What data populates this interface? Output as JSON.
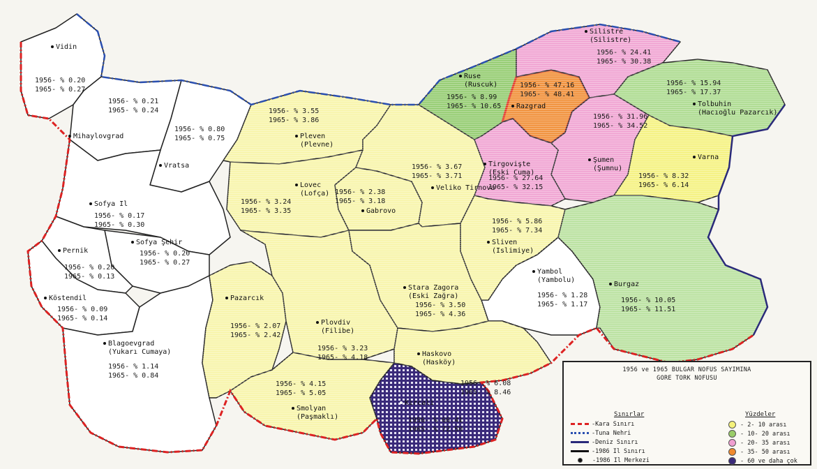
{
  "regions": [
    {
      "id": "vidin",
      "name": "Vidin",
      "v56": "1956- % 0.20",
      "v65": "1965- % 0.27",
      "color": "#ffffff"
    },
    {
      "id": "mihaylovgrad",
      "name": "Mihaylovgrad",
      "v56": "1956- % 0.21",
      "v65": "1965- % 0.24",
      "color": "#ffffff"
    },
    {
      "id": "vratsa",
      "name": "Vratsa",
      "v56": "1956- % 0.80",
      "v65": "1965- % 0.75",
      "color": "#ffffff"
    },
    {
      "id": "pleven",
      "name": "Pleven",
      "alt": "(Plevne)",
      "v56": "1956- % 3.55",
      "v65": "1965- % 3.86",
      "color": "#f7f4a6"
    },
    {
      "id": "lovec",
      "name": "Lovec",
      "alt": "(Lofça)",
      "v56": "1956- % 3.24",
      "v65": "1965- % 3.35",
      "color": "#f7f4a6"
    },
    {
      "id": "gabrovo",
      "name": "Gabrovo",
      "v56": "1956- % 2.38",
      "v65": "1965- % 3.18",
      "color": "#f7f4a6"
    },
    {
      "id": "tirnova",
      "name": "Veliko Tirnova",
      "v56": "1956- % 3.67",
      "v65": "1965- % 3.71",
      "color": "#f7f4a6"
    },
    {
      "id": "ruse",
      "name": "Ruse",
      "alt": "(Ruscuk)",
      "v56": "1956- % 8.99",
      "v65": "1965- % 10.65",
      "color": "#8fca6a"
    },
    {
      "id": "razgrad",
      "name": "Razgrad",
      "v56": "1956- % 47.16",
      "v65": "1965- % 48.41",
      "color": "#f08a2e"
    },
    {
      "id": "silistre",
      "name": "Silistre",
      "alt": "(Silistre)",
      "v56": "1956- % 24.41",
      "v65": "1965- % 30.38",
      "color": "#ef9fd0"
    },
    {
      "id": "tolbuhin",
      "name": "Tolbuhin",
      "alt": "(Hacıoğlu Pazarcık)",
      "v56": "1956- % 15.94",
      "v65": "1965- % 17.37",
      "color": "#a9d98a"
    },
    {
      "id": "sumen",
      "name": "Şumen",
      "alt": "(Şumnu)",
      "v56": "1956- % 31.96",
      "v65": "1965- % 34.52",
      "color": "#ef9fd0"
    },
    {
      "id": "tirgoviste",
      "name": "Tirgovişte",
      "alt": "(Eski Cuma)",
      "v56": "1956- % 27.64",
      "v65": "1965- % 32.15",
      "color": "#ef9fd0"
    },
    {
      "id": "varna",
      "name": "Varna",
      "v56": "1956- % 8.32",
      "v65": "1965- % 6.14",
      "color": "#f4f17a"
    },
    {
      "id": "sofyail",
      "name": "Sofya Il",
      "v56": "1956- % 0.17",
      "v65": "1965- % 0.30",
      "color": "#ffffff"
    },
    {
      "id": "sofyasehir",
      "name": "Sofya Şehir",
      "v56": "1956- % 0.20",
      "v65": "1965- % 0.27",
      "color": "#ffffff"
    },
    {
      "id": "pernik",
      "name": "Pernik",
      "v56": "1956- % 0.20",
      "v65": "1965- % 0.13",
      "color": "#ffffff"
    },
    {
      "id": "kostendil",
      "name": "Köstendil",
      "v56": "1956- % 0.09",
      "v65": "1965- % 0.14",
      "color": "#ffffff"
    },
    {
      "id": "blagoevgrad",
      "name": "Blagoevgrad",
      "alt": "(Yukarı Cumaya)",
      "v56": "1956- % 1.14",
      "v65": "1965- % 0.84",
      "color": "#ffffff"
    },
    {
      "id": "pazarcik",
      "name": "Pazarcık",
      "v56": "1956- % 2.07",
      "v65": "1965- % 2.42",
      "color": "#f7f4a6"
    },
    {
      "id": "plovdiv",
      "name": "Plovdiv",
      "alt": "(Filibe)",
      "v56": "1956- % 3.23",
      "v65": "1965- % 4.18",
      "color": "#f7f4a6"
    },
    {
      "id": "starazagora",
      "name": "Stara Zagora",
      "alt": "(Eski Zağra)",
      "v56": "1956- % 3.50",
      "v65": "1965- % 4.36",
      "color": "#f7f4a6"
    },
    {
      "id": "sliven",
      "name": "Sliven",
      "alt": "(Islimiye)",
      "v56": "1956- % 5.86",
      "v65": "1965- % 7.34",
      "color": "#f7f4a6"
    },
    {
      "id": "yambol",
      "name": "Yambol",
      "alt": "(Yambolu)",
      "v56": "1956- % 1.28",
      "v65": "1965- % 1.17",
      "color": "#ffffff"
    },
    {
      "id": "burgaz",
      "name": "Burgaz",
      "v56": "1956- % 10.05",
      "v65": "1965- % 11.51",
      "color": "#b6e09a"
    },
    {
      "id": "haskovo",
      "name": "Haskovo",
      "alt": "(Hasköy)",
      "v56": "1956- % 6.08",
      "v65": "1965- % 8.46",
      "color": "#f7f4a6"
    },
    {
      "id": "smolyan",
      "name": "Smolyan",
      "alt": "(Paşmaklı)",
      "v56": "1956- % 4.15",
      "v65": "1965- % 5.05",
      "color": "#f7f4a6"
    },
    {
      "id": "kircali",
      "name": "Kırcali",
      "v56": "1956- % 66.41",
      "v65": "1965- % 72.50",
      "color": "#4a3a8a"
    }
  ],
  "legend": {
    "title_line1": "1956 ve 1965 BULGAR NOFUS SAYIMINA",
    "title_line2": "GORE TORK NOFUSU",
    "borders_header": "Sınırlar",
    "borders": [
      {
        "label": "-Kara Sınırı",
        "color": "#d22"
      },
      {
        "label": "-Tuna Nehri",
        "color": "#2a4fb0"
      },
      {
        "label": "-Deniz Sınırı",
        "color": "#2a2a7a"
      },
      {
        "label": "-1986 Il Sınırı",
        "color": "#111"
      },
      {
        "label": "-1986 Il Merkezi",
        "color": "#111"
      }
    ],
    "pct_header": "Yüzdeler",
    "pcts": [
      {
        "label": "- 2- 10 arası",
        "color": "#f4f17a"
      },
      {
        "label": "- 10- 20 arası",
        "color": "#9acd68"
      },
      {
        "label": "- 20- 35 arası",
        "color": "#ef9fd0"
      },
      {
        "label": "- 35- 50 arası",
        "color": "#f08a2e"
      },
      {
        "label": "- 60 ve daha çok",
        "color": "#3a2a7a"
      }
    ]
  }
}
